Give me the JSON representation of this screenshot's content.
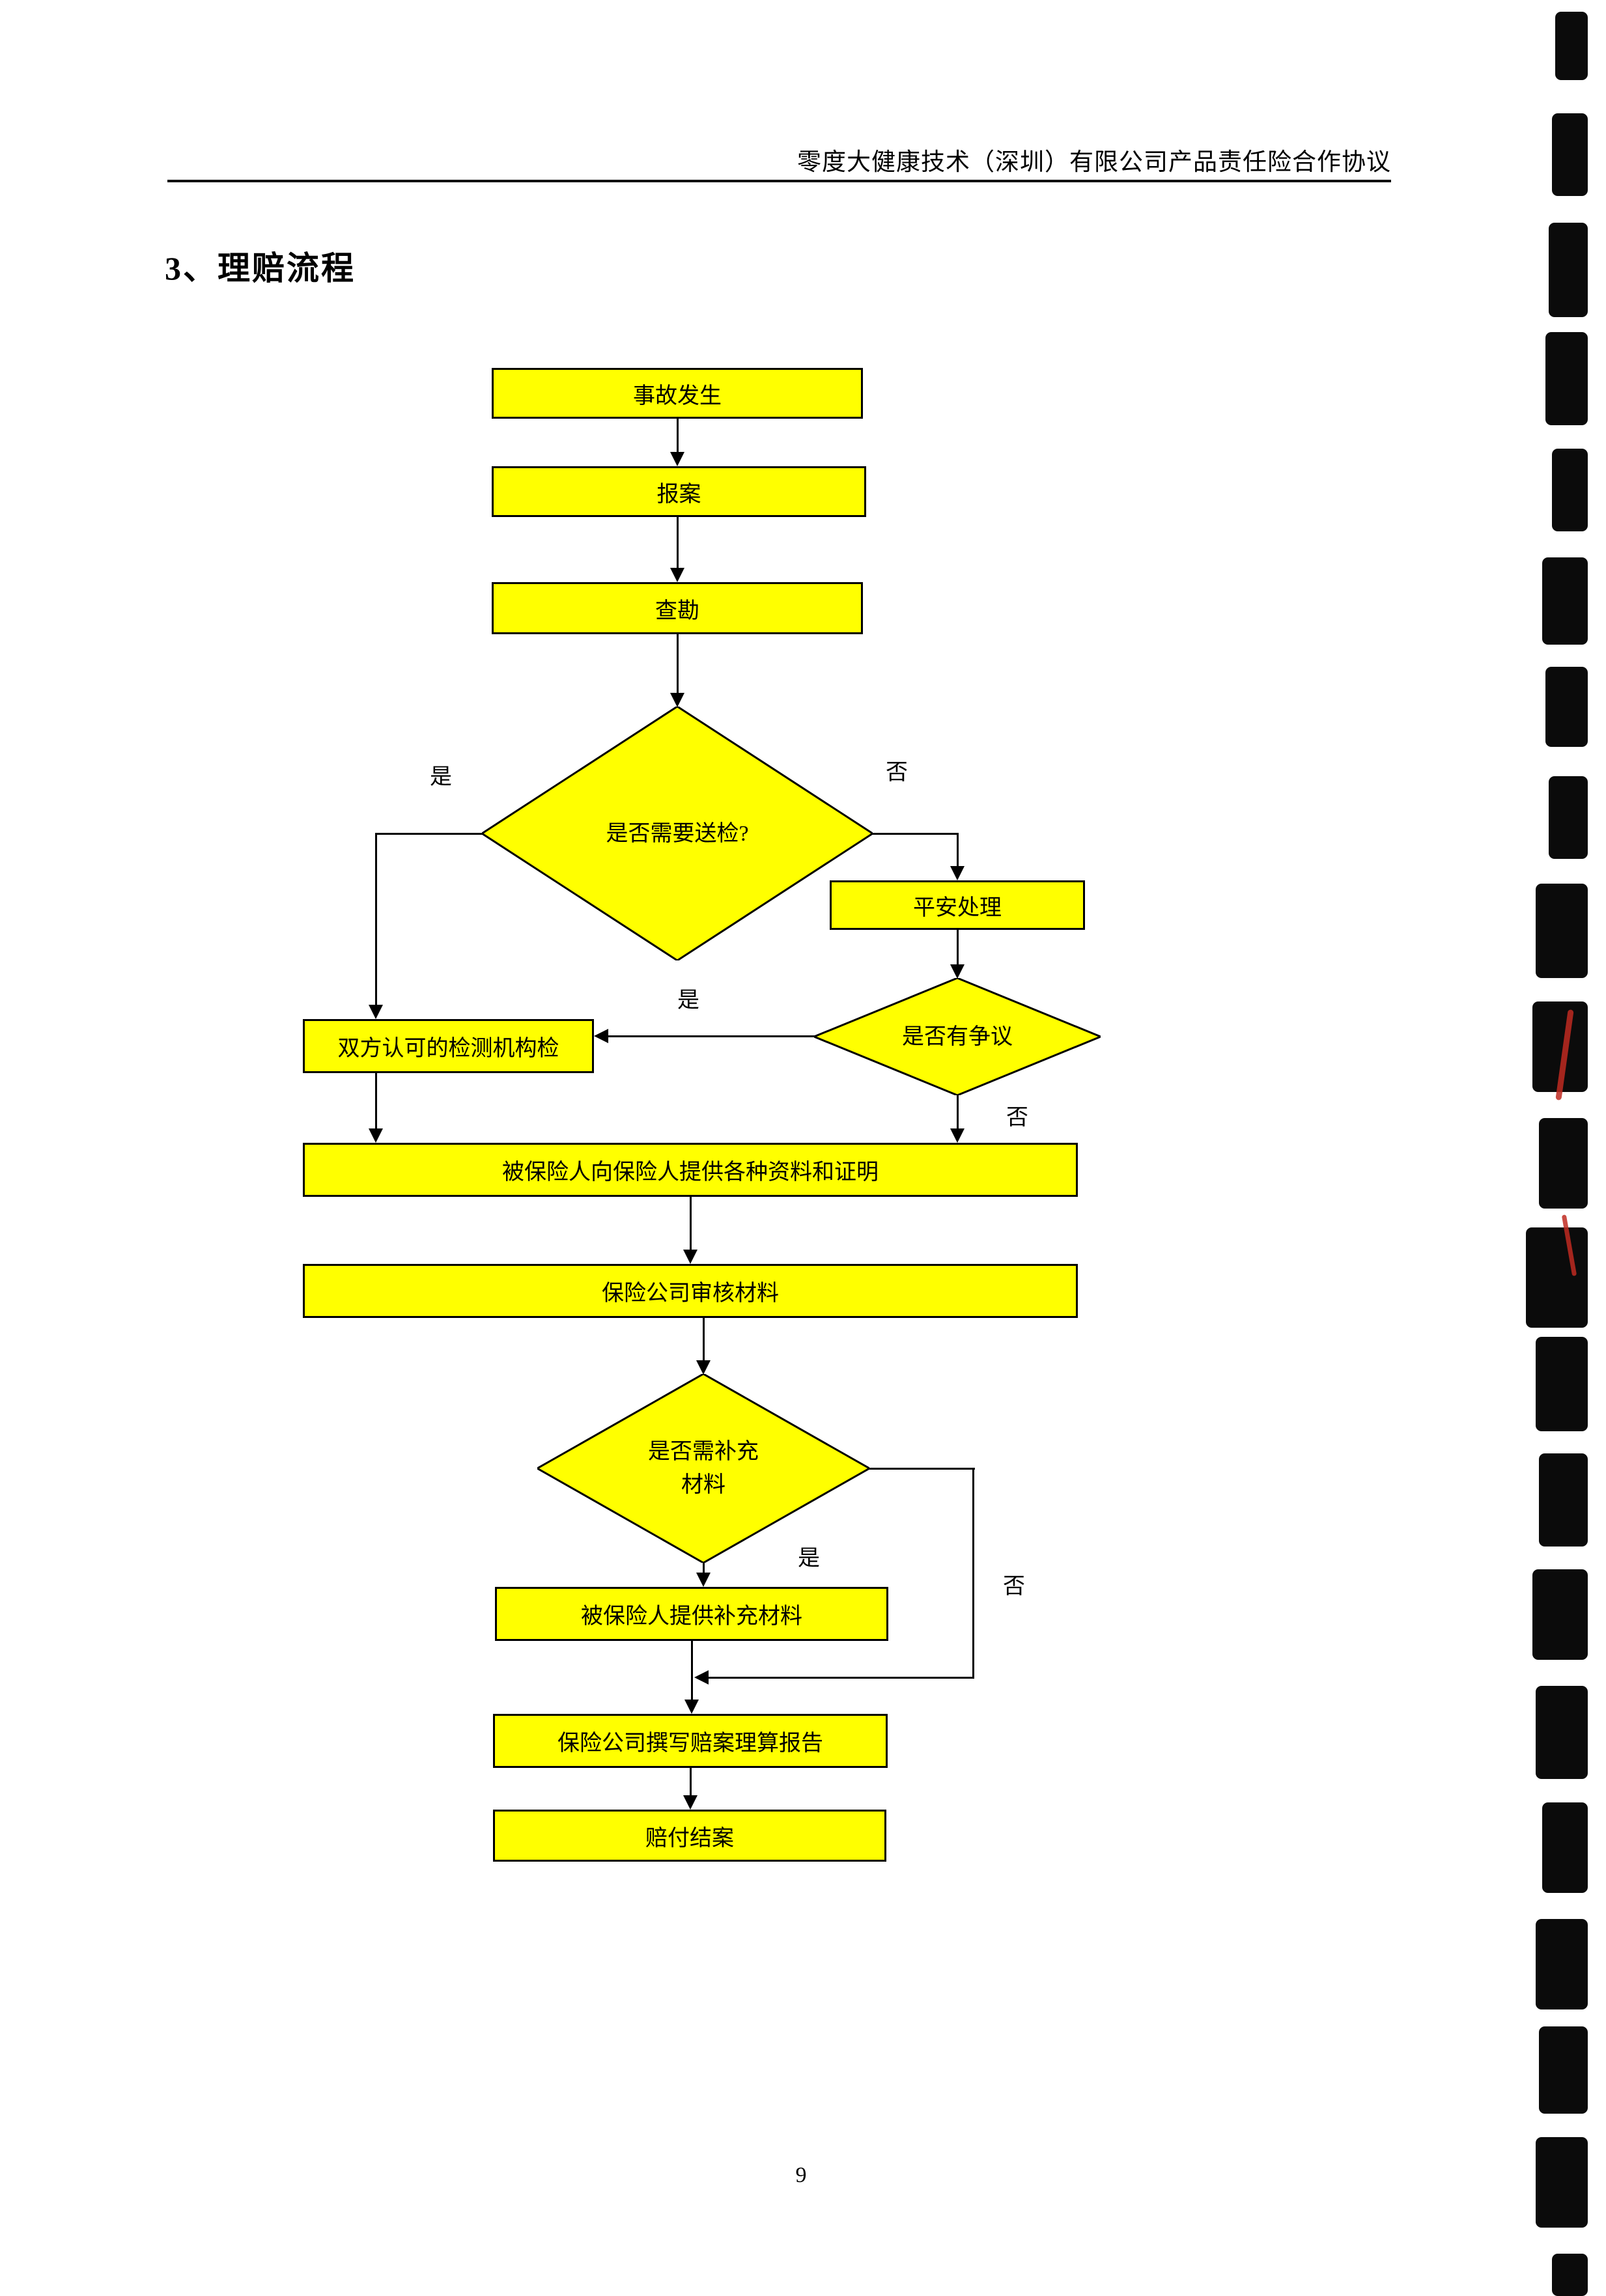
{
  "page": {
    "header": "零度大健康技术（深圳）有限公司产品责任险合作协议",
    "section_title": "3、理赔流程",
    "page_number": "9"
  },
  "flowchart": {
    "nodes": {
      "accident": "事故发生",
      "report": "报案",
      "survey": "查勘",
      "need_inspection": "是否需要送检?",
      "pingan_handle": "平安处理",
      "dispute": "是否有争议",
      "agency_inspect": "双方认可的检测机构检",
      "provide_materials": "被保险人向保险人提供各种资料和证明",
      "review_materials": "保险公司审核材料",
      "need_supplement_line1": "是否需补充",
      "need_supplement_line2": "材料",
      "provide_supplement": "被保险人提供补充材料",
      "write_report": "保险公司撰写赔案理算报告",
      "settle": "赔付结案"
    },
    "labels": {
      "yes": "是",
      "no": "否"
    },
    "colors": {
      "node_fill": "#ffff00",
      "node_border": "#000000"
    }
  }
}
